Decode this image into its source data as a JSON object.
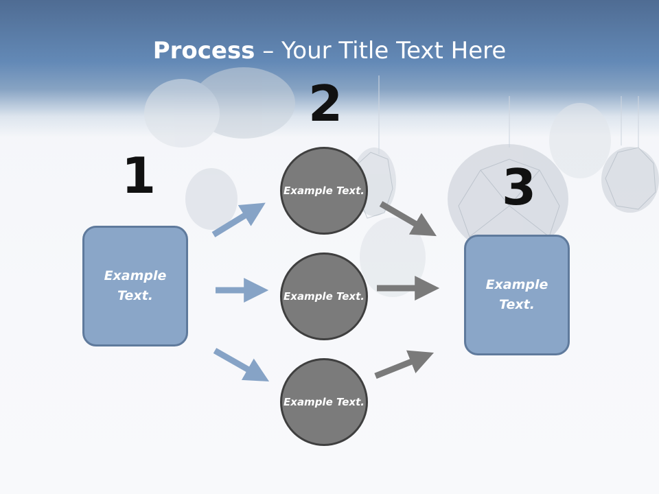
{
  "title": {
    "bold": "Process",
    "rest": " – Your Title Text Here"
  },
  "steps": [
    {
      "number": "1",
      "text": "Example Text."
    },
    {
      "number": "2",
      "items": [
        "Example Text.",
        "Example Text.",
        "Example Text."
      ]
    },
    {
      "number": "3",
      "text": "Example Text."
    }
  ],
  "colors": {
    "header": "#6389b6",
    "box_fill": "#8aa6c8",
    "box_border": "#5f7a9c",
    "circle_fill": "#7b7b7b",
    "circle_border": "#3f3f3f",
    "blue_arrow": "#86a3c6",
    "gray_arrow": "#7a7a7a"
  }
}
